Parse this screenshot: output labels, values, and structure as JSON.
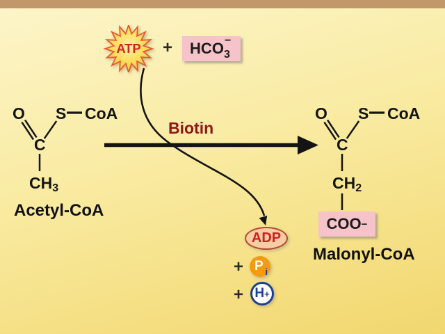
{
  "palette": {
    "background_top": "#fdf5ca",
    "background_bottom": "#f2d76e",
    "top_bar": "#c2986a",
    "biotin_red": "#8e1616",
    "atp_red": "#d42222",
    "star_yellow": "#ffd84d",
    "star_outline": "#e05a3a",
    "pink_box": "#f5c3c9",
    "adp_fill": "#f8cda4",
    "adp_border": "#b5492f",
    "adp_text": "#ce1f1f",
    "pi_orange": "#f59b10",
    "navy": "#1c3f94",
    "bond_black": "#141414"
  },
  "cofactors": {
    "atp": "ATP",
    "plus_top": "+",
    "hco3_main": "HCO",
    "hco3_sub": "3",
    "hco3_sup": "−"
  },
  "arrow": {
    "enzyme_label": "Biotin"
  },
  "acetyl_coa": {
    "o": "O",
    "s": "S",
    "coa": "CoA",
    "c": "C",
    "ch_main": "CH",
    "ch_sub": "3",
    "label": "Acetyl-CoA"
  },
  "malonyl_coa": {
    "o": "O",
    "s": "S",
    "coa": "CoA",
    "c": "C",
    "ch_main": "CH",
    "ch_sub": "2",
    "coo_main": "COO",
    "coo_sup": "−",
    "label": "Malonyl-CoA"
  },
  "products": {
    "adp": "ADP",
    "plus_pi": "+",
    "pi_main": "P",
    "pi_sub": "i",
    "plus_h": "+",
    "h_main": "H",
    "h_sup": "+"
  }
}
